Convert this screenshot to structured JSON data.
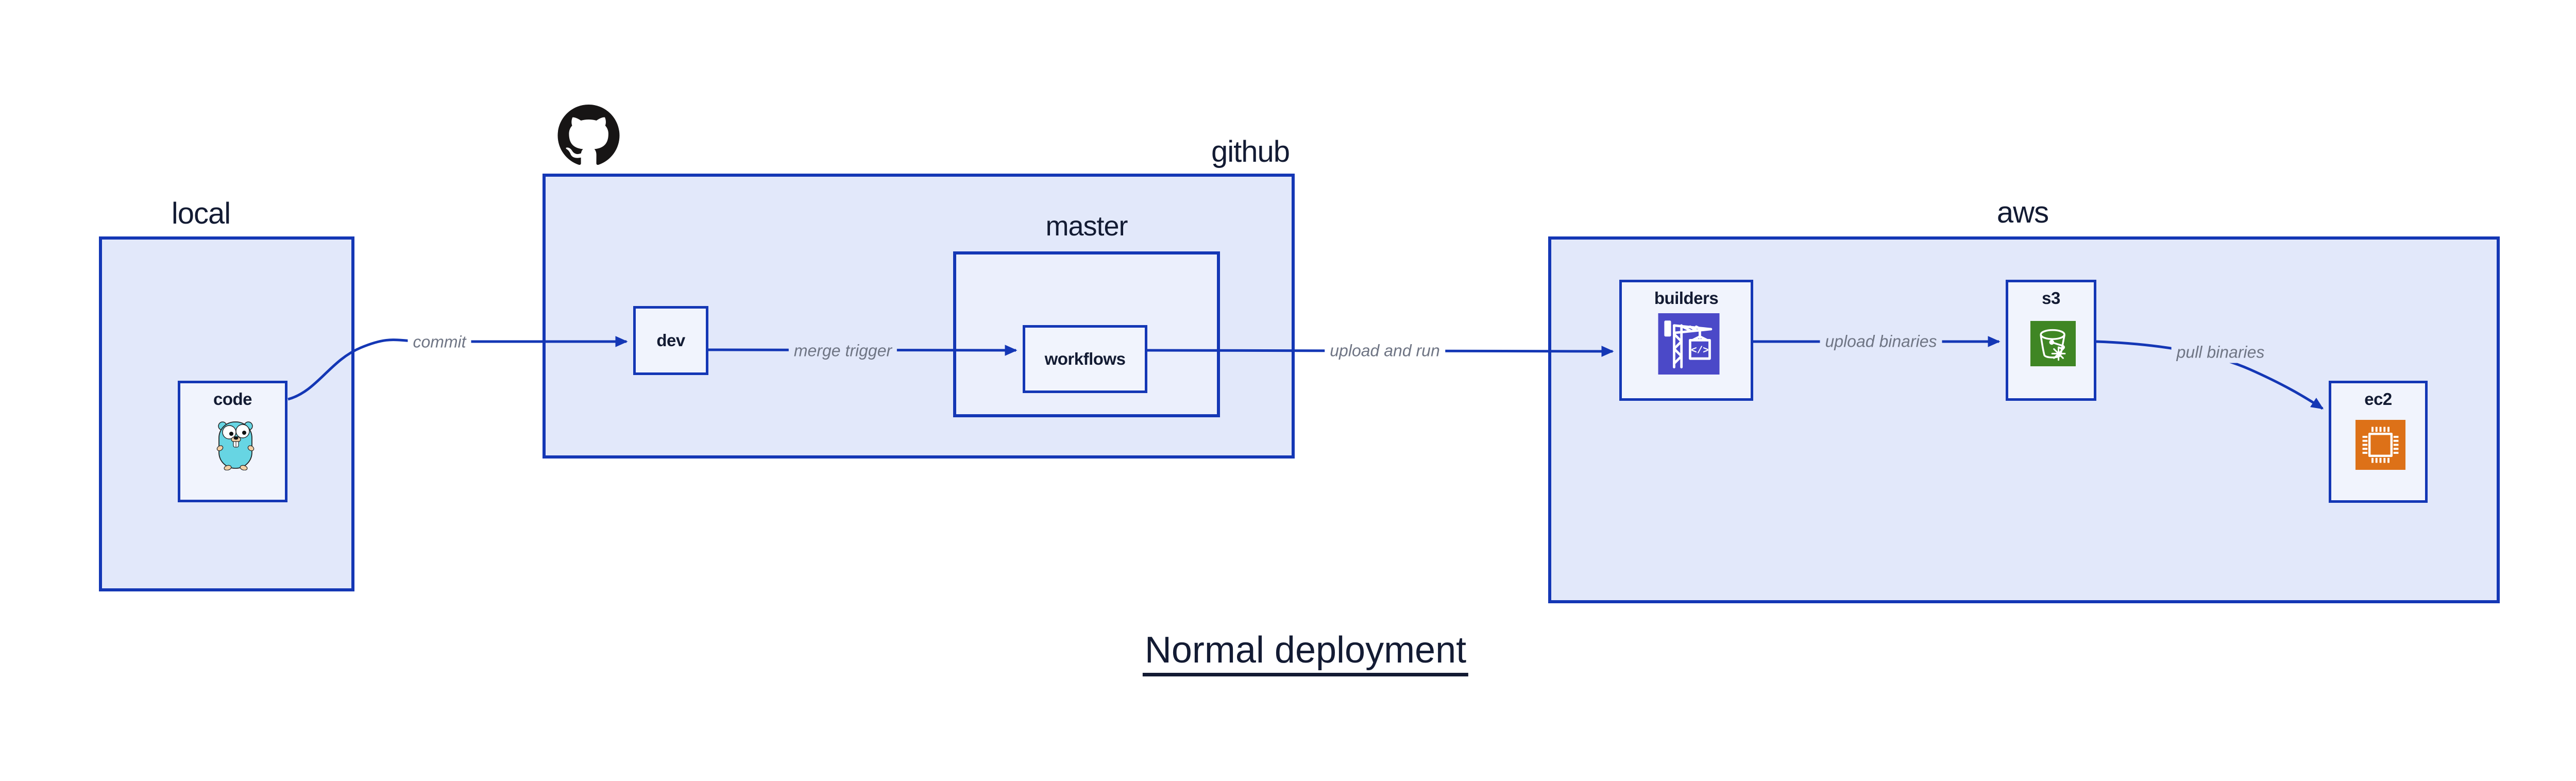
{
  "diagram_title": "Normal deployment",
  "containers": {
    "local": {
      "label": "local"
    },
    "github": {
      "label": "github"
    },
    "master": {
      "label": "master"
    },
    "aws": {
      "label": "aws"
    }
  },
  "nodes": {
    "code": {
      "label": "code",
      "icon": "go-gopher-icon"
    },
    "dev": {
      "label": "dev"
    },
    "workflows": {
      "label": "workflows"
    },
    "builders": {
      "label": "builders",
      "icon": "build-crane-icon"
    },
    "s3": {
      "label": "s3",
      "icon": "s3-bucket-icon"
    },
    "ec2": {
      "label": "ec2",
      "icon": "cpu-chip-icon"
    }
  },
  "edges": {
    "commit": {
      "label": "commit",
      "from": "code",
      "to": "dev"
    },
    "merge_trigger": {
      "label": "merge trigger",
      "from": "dev",
      "to": "workflows"
    },
    "upload_and_run": {
      "label": "upload and run",
      "from": "workflows",
      "to": "builders"
    },
    "upload_binaries": {
      "label": "upload binaries",
      "from": "builders",
      "to": "s3"
    },
    "pull_binaries": {
      "label": "pull binaries",
      "from": "s3",
      "to": "ec2"
    }
  },
  "colors": {
    "shape_blue": "#1437b5",
    "container_fill": "#e2e8fa",
    "master_fill": "#ebeffc",
    "node_fill": "#f1f4fd",
    "dark_text": "#131b33",
    "edge_label_gray": "#6f7584",
    "builders_icon_bg": "#4b49c8",
    "s3_icon_bg": "#3f8624",
    "ec2_icon_bg": "#dd7118",
    "gopher_teal": "#67d5e3",
    "github_black": "#171515"
  }
}
